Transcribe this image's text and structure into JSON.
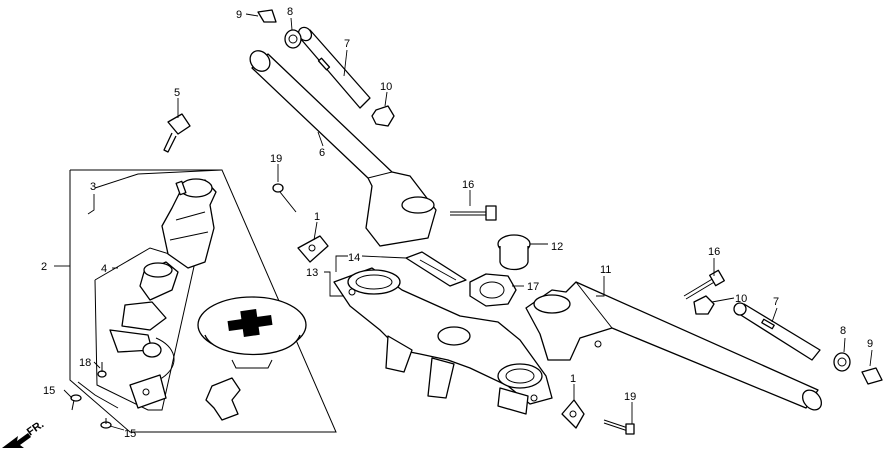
{
  "diagram": {
    "part_numbers": [
      "1",
      "2",
      "3",
      "4",
      "5",
      "6",
      "7",
      "8",
      "9",
      "10",
      "11",
      "12",
      "13",
      "14",
      "15",
      "16",
      "17",
      "18",
      "19"
    ],
    "callouts": {
      "p1a": "1",
      "p1b": "1",
      "p2": "2",
      "p3": "3",
      "p4": "4",
      "p5": "5",
      "p6": "6",
      "p7a": "7",
      "p7b": "7",
      "p8a": "8",
      "p8b": "8",
      "p9a": "9",
      "p9b": "9",
      "p10a": "10",
      "p10b": "10",
      "p11": "11",
      "p12": "12",
      "p13": "13",
      "p14": "14",
      "p15a": "15",
      "p15b": "15",
      "p16a": "16",
      "p16b": "16",
      "p17": "17",
      "p18": "18",
      "p19a": "19",
      "p19b": "19"
    },
    "front_indicator": "FR."
  }
}
